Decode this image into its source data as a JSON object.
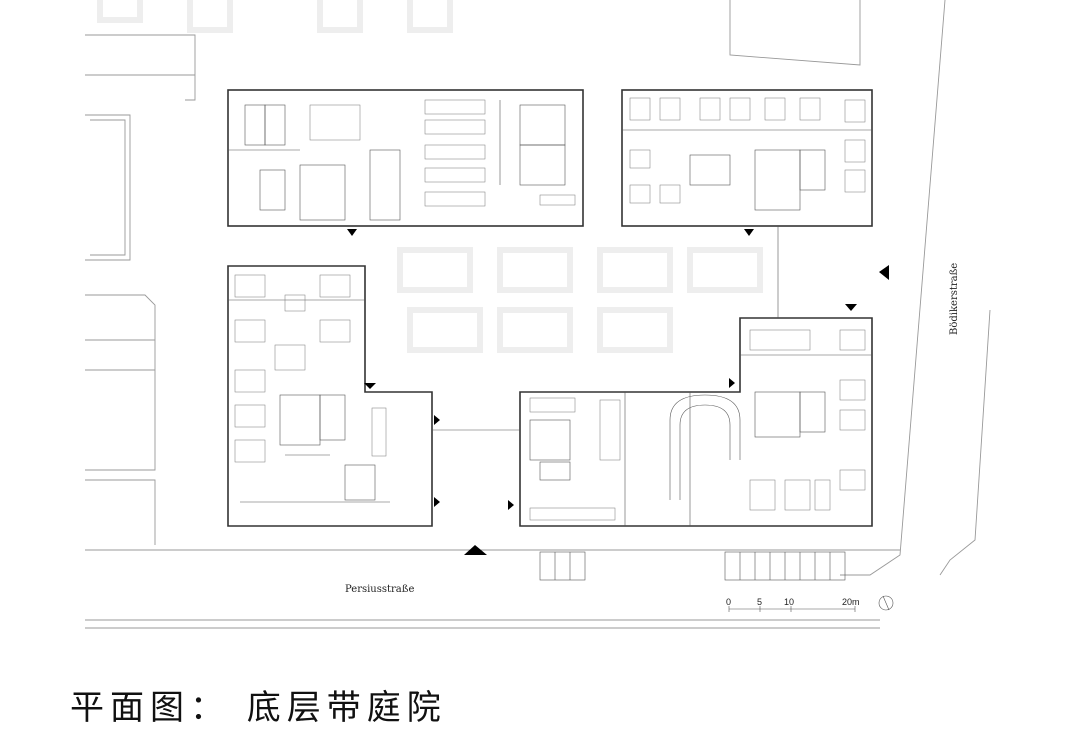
{
  "streets": {
    "south": "Persiusstraße",
    "east": "Bödikerstraße"
  },
  "scale_bar": {
    "ticks": [
      "0",
      "5",
      "10",
      "20m"
    ]
  },
  "caption": "平面图： 底层带庭院",
  "colors": {
    "line": "#333333",
    "context": "#999999",
    "ghost": "#eeeeee",
    "entrance_marker": "#000000"
  }
}
